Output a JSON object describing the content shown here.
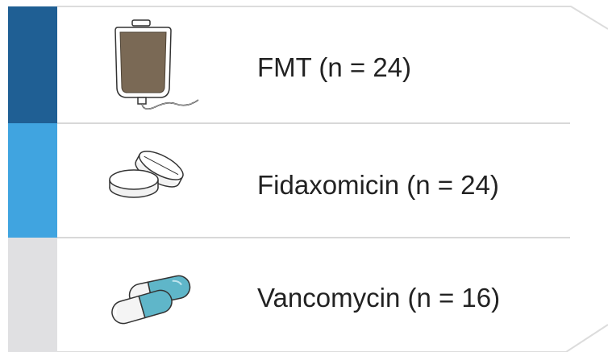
{
  "arms": [
    {
      "label": "FMT (n = 24)",
      "color": "#1f5f94",
      "icon": "iv-bag-icon"
    },
    {
      "label": "Fidaxomicin (n = 24)",
      "color": "#40a4e0",
      "icon": "tablet-icon"
    },
    {
      "label": "Vancomycin (n = 16)",
      "color": "#e0e0e2",
      "icon": "capsule-icon"
    }
  ],
  "colors": {
    "outline": "#dcdcdc",
    "separator": "#d8d8d8",
    "text": "#222222",
    "bag_fill": "#7a6955",
    "capsule_blue": "#5fb6c9"
  }
}
